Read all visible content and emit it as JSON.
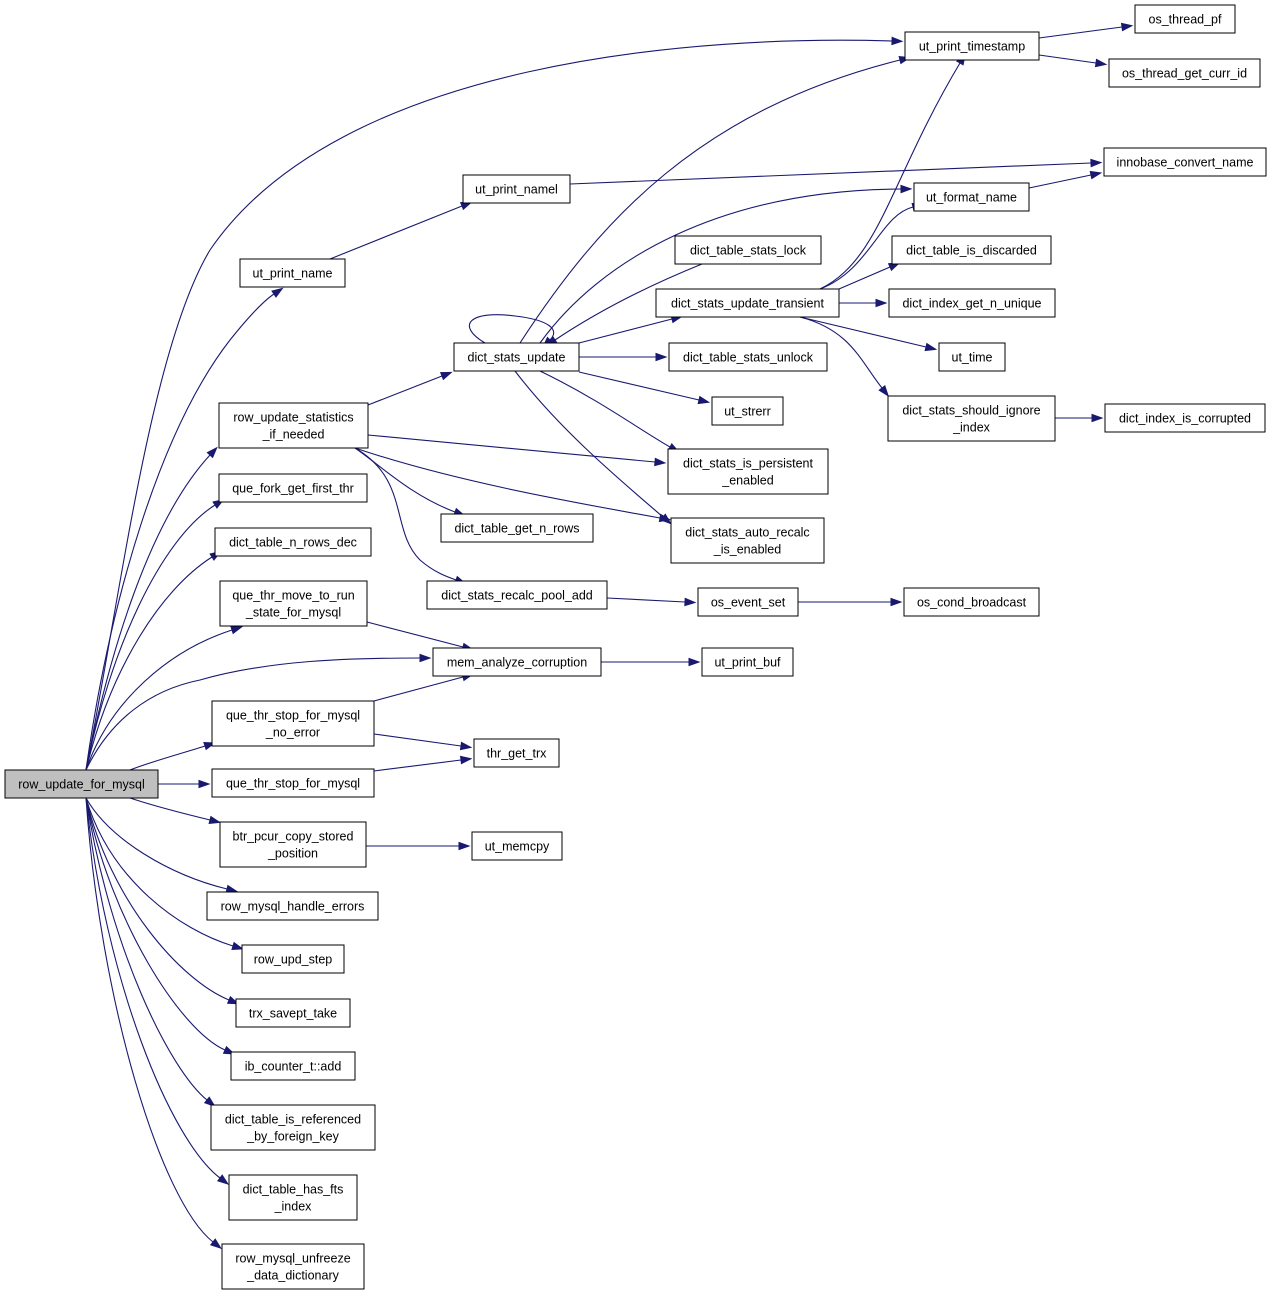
{
  "colors": {
    "edge": "#191970",
    "node_border": "#000000",
    "root_fill": "#bfbfbf",
    "node_fill": "#ffffff"
  },
  "nodes": {
    "row_update_for_mysql": [
      "row_update_for_mysql"
    ],
    "ut_print_timestamp": [
      "ut_print_timestamp"
    ],
    "os_thread_pf": [
      "os_thread_pf"
    ],
    "os_thread_get_curr_id": [
      "os_thread_get_curr_id"
    ],
    "innobase_convert_name": [
      "innobase_convert_name"
    ],
    "ut_print_namel": [
      "ut_print_namel"
    ],
    "ut_format_name": [
      "ut_format_name"
    ],
    "ut_print_name": [
      "ut_print_name"
    ],
    "dict_table_stats_lock": [
      "dict_table_stats_lock"
    ],
    "dict_table_is_discarded": [
      "dict_table_is_discarded"
    ],
    "dict_stats_update_transient": [
      "dict_stats_update_transient"
    ],
    "dict_index_get_n_unique": [
      "dict_index_get_n_unique"
    ],
    "dict_stats_update": [
      "dict_stats_update"
    ],
    "dict_table_stats_unlock": [
      "dict_table_stats_unlock"
    ],
    "ut_time": [
      "ut_time"
    ],
    "row_update_statistics_if_needed": [
      "row_update_statistics",
      "_if_needed"
    ],
    "ut_strerr": [
      "ut_strerr"
    ],
    "dict_stats_should_ignore_index": [
      "dict_stats_should_ignore",
      "_index"
    ],
    "dict_index_is_corrupted": [
      "dict_index_is_corrupted"
    ],
    "dict_stats_is_persistent_enabled": [
      "dict_stats_is_persistent",
      "_enabled"
    ],
    "que_fork_get_first_thr": [
      "que_fork_get_first_thr"
    ],
    "dict_table_get_n_rows": [
      "dict_table_get_n_rows"
    ],
    "dict_stats_auto_recalc_is_enabled": [
      "dict_stats_auto_recalc",
      "_is_enabled"
    ],
    "dict_table_n_rows_dec": [
      "dict_table_n_rows_dec"
    ],
    "que_thr_move_to_run_state_for_mysql": [
      "que_thr_move_to_run",
      "_state_for_mysql"
    ],
    "dict_stats_recalc_pool_add": [
      "dict_stats_recalc_pool_add"
    ],
    "os_event_set": [
      "os_event_set"
    ],
    "os_cond_broadcast": [
      "os_cond_broadcast"
    ],
    "mem_analyze_corruption": [
      "mem_analyze_corruption"
    ],
    "ut_print_buf": [
      "ut_print_buf"
    ],
    "que_thr_stop_for_mysql_no_error": [
      "que_thr_stop_for_mysql",
      "_no_error"
    ],
    "thr_get_trx": [
      "thr_get_trx"
    ],
    "que_thr_stop_for_mysql": [
      "que_thr_stop_for_mysql"
    ],
    "btr_pcur_copy_stored_position": [
      "btr_pcur_copy_stored",
      "_position"
    ],
    "ut_memcpy": [
      "ut_memcpy"
    ],
    "row_mysql_handle_errors": [
      "row_mysql_handle_errors"
    ],
    "row_upd_step": [
      "row_upd_step"
    ],
    "trx_savept_take": [
      "trx_savept_take"
    ],
    "ib_counter_t_add": [
      "ib_counter_t::add"
    ],
    "dict_table_is_referenced_by_foreign_key": [
      "dict_table_is_referenced",
      "_by_foreign_key"
    ],
    "dict_table_has_fts_index": [
      "dict_table_has_fts",
      "_index"
    ],
    "row_mysql_unfreeze_data_dictionary": [
      "row_mysql_unfreeze",
      "_data_dictionary"
    ]
  },
  "edges": [
    [
      "row_update_for_mysql",
      "ut_print_timestamp"
    ],
    [
      "row_update_for_mysql",
      "ut_print_name"
    ],
    [
      "row_update_for_mysql",
      "row_update_statistics_if_needed"
    ],
    [
      "row_update_for_mysql",
      "que_fork_get_first_thr"
    ],
    [
      "row_update_for_mysql",
      "dict_table_n_rows_dec"
    ],
    [
      "row_update_for_mysql",
      "que_thr_move_to_run_state_for_mysql"
    ],
    [
      "row_update_for_mysql",
      "mem_analyze_corruption"
    ],
    [
      "row_update_for_mysql",
      "que_thr_stop_for_mysql_no_error"
    ],
    [
      "row_update_for_mysql",
      "que_thr_stop_for_mysql"
    ],
    [
      "row_update_for_mysql",
      "btr_pcur_copy_stored_position"
    ],
    [
      "row_update_for_mysql",
      "row_mysql_handle_errors"
    ],
    [
      "row_update_for_mysql",
      "row_upd_step"
    ],
    [
      "row_update_for_mysql",
      "trx_savept_take"
    ],
    [
      "row_update_for_mysql",
      "ib_counter_t_add"
    ],
    [
      "row_update_for_mysql",
      "dict_table_is_referenced_by_foreign_key"
    ],
    [
      "row_update_for_mysql",
      "dict_table_has_fts_index"
    ],
    [
      "row_update_for_mysql",
      "row_mysql_unfreeze_data_dictionary"
    ],
    [
      "ut_print_timestamp",
      "os_thread_pf"
    ],
    [
      "ut_print_timestamp",
      "os_thread_get_curr_id"
    ],
    [
      "ut_print_name",
      "ut_print_namel"
    ],
    [
      "ut_print_namel",
      "innobase_convert_name"
    ],
    [
      "ut_format_name",
      "innobase_convert_name"
    ],
    [
      "row_update_statistics_if_needed",
      "dict_stats_update"
    ],
    [
      "row_update_statistics_if_needed",
      "dict_stats_is_persistent_enabled"
    ],
    [
      "row_update_statistics_if_needed",
      "dict_table_get_n_rows"
    ],
    [
      "row_update_statistics_if_needed",
      "dict_stats_auto_recalc_is_enabled"
    ],
    [
      "row_update_statistics_if_needed",
      "dict_stats_recalc_pool_add"
    ],
    [
      "dict_stats_update",
      "dict_stats_update"
    ],
    [
      "dict_stats_update",
      "ut_print_timestamp"
    ],
    [
      "dict_stats_update",
      "ut_format_name"
    ],
    [
      "dict_stats_update",
      "dict_stats_update_transient"
    ],
    [
      "dict_stats_update",
      "dict_table_stats_unlock"
    ],
    [
      "dict_stats_update",
      "ut_strerr"
    ],
    [
      "dict_stats_update",
      "dict_stats_is_persistent_enabled"
    ],
    [
      "dict_stats_update",
      "dict_stats_auto_recalc_is_enabled"
    ],
    [
      "dict_table_stats_lock",
      "dict_stats_update"
    ],
    [
      "dict_stats_update_transient",
      "ut_print_timestamp"
    ],
    [
      "dict_stats_update_transient",
      "ut_format_name"
    ],
    [
      "dict_stats_update_transient",
      "dict_table_is_discarded"
    ],
    [
      "dict_stats_update_transient",
      "dict_index_get_n_unique"
    ],
    [
      "dict_stats_update_transient",
      "ut_time"
    ],
    [
      "dict_stats_update_transient",
      "dict_stats_should_ignore_index"
    ],
    [
      "dict_stats_should_ignore_index",
      "dict_index_is_corrupted"
    ],
    [
      "dict_stats_recalc_pool_add",
      "os_event_set"
    ],
    [
      "os_event_set",
      "os_cond_broadcast"
    ],
    [
      "que_thr_move_to_run_state_for_mysql",
      "mem_analyze_corruption"
    ],
    [
      "que_thr_stop_for_mysql_no_error",
      "mem_analyze_corruption"
    ],
    [
      "que_thr_stop_for_mysql_no_error",
      "thr_get_trx"
    ],
    [
      "que_thr_stop_for_mysql",
      "thr_get_trx"
    ],
    [
      "mem_analyze_corruption",
      "ut_print_buf"
    ],
    [
      "btr_pcur_copy_stored_position",
      "ut_memcpy"
    ]
  ]
}
